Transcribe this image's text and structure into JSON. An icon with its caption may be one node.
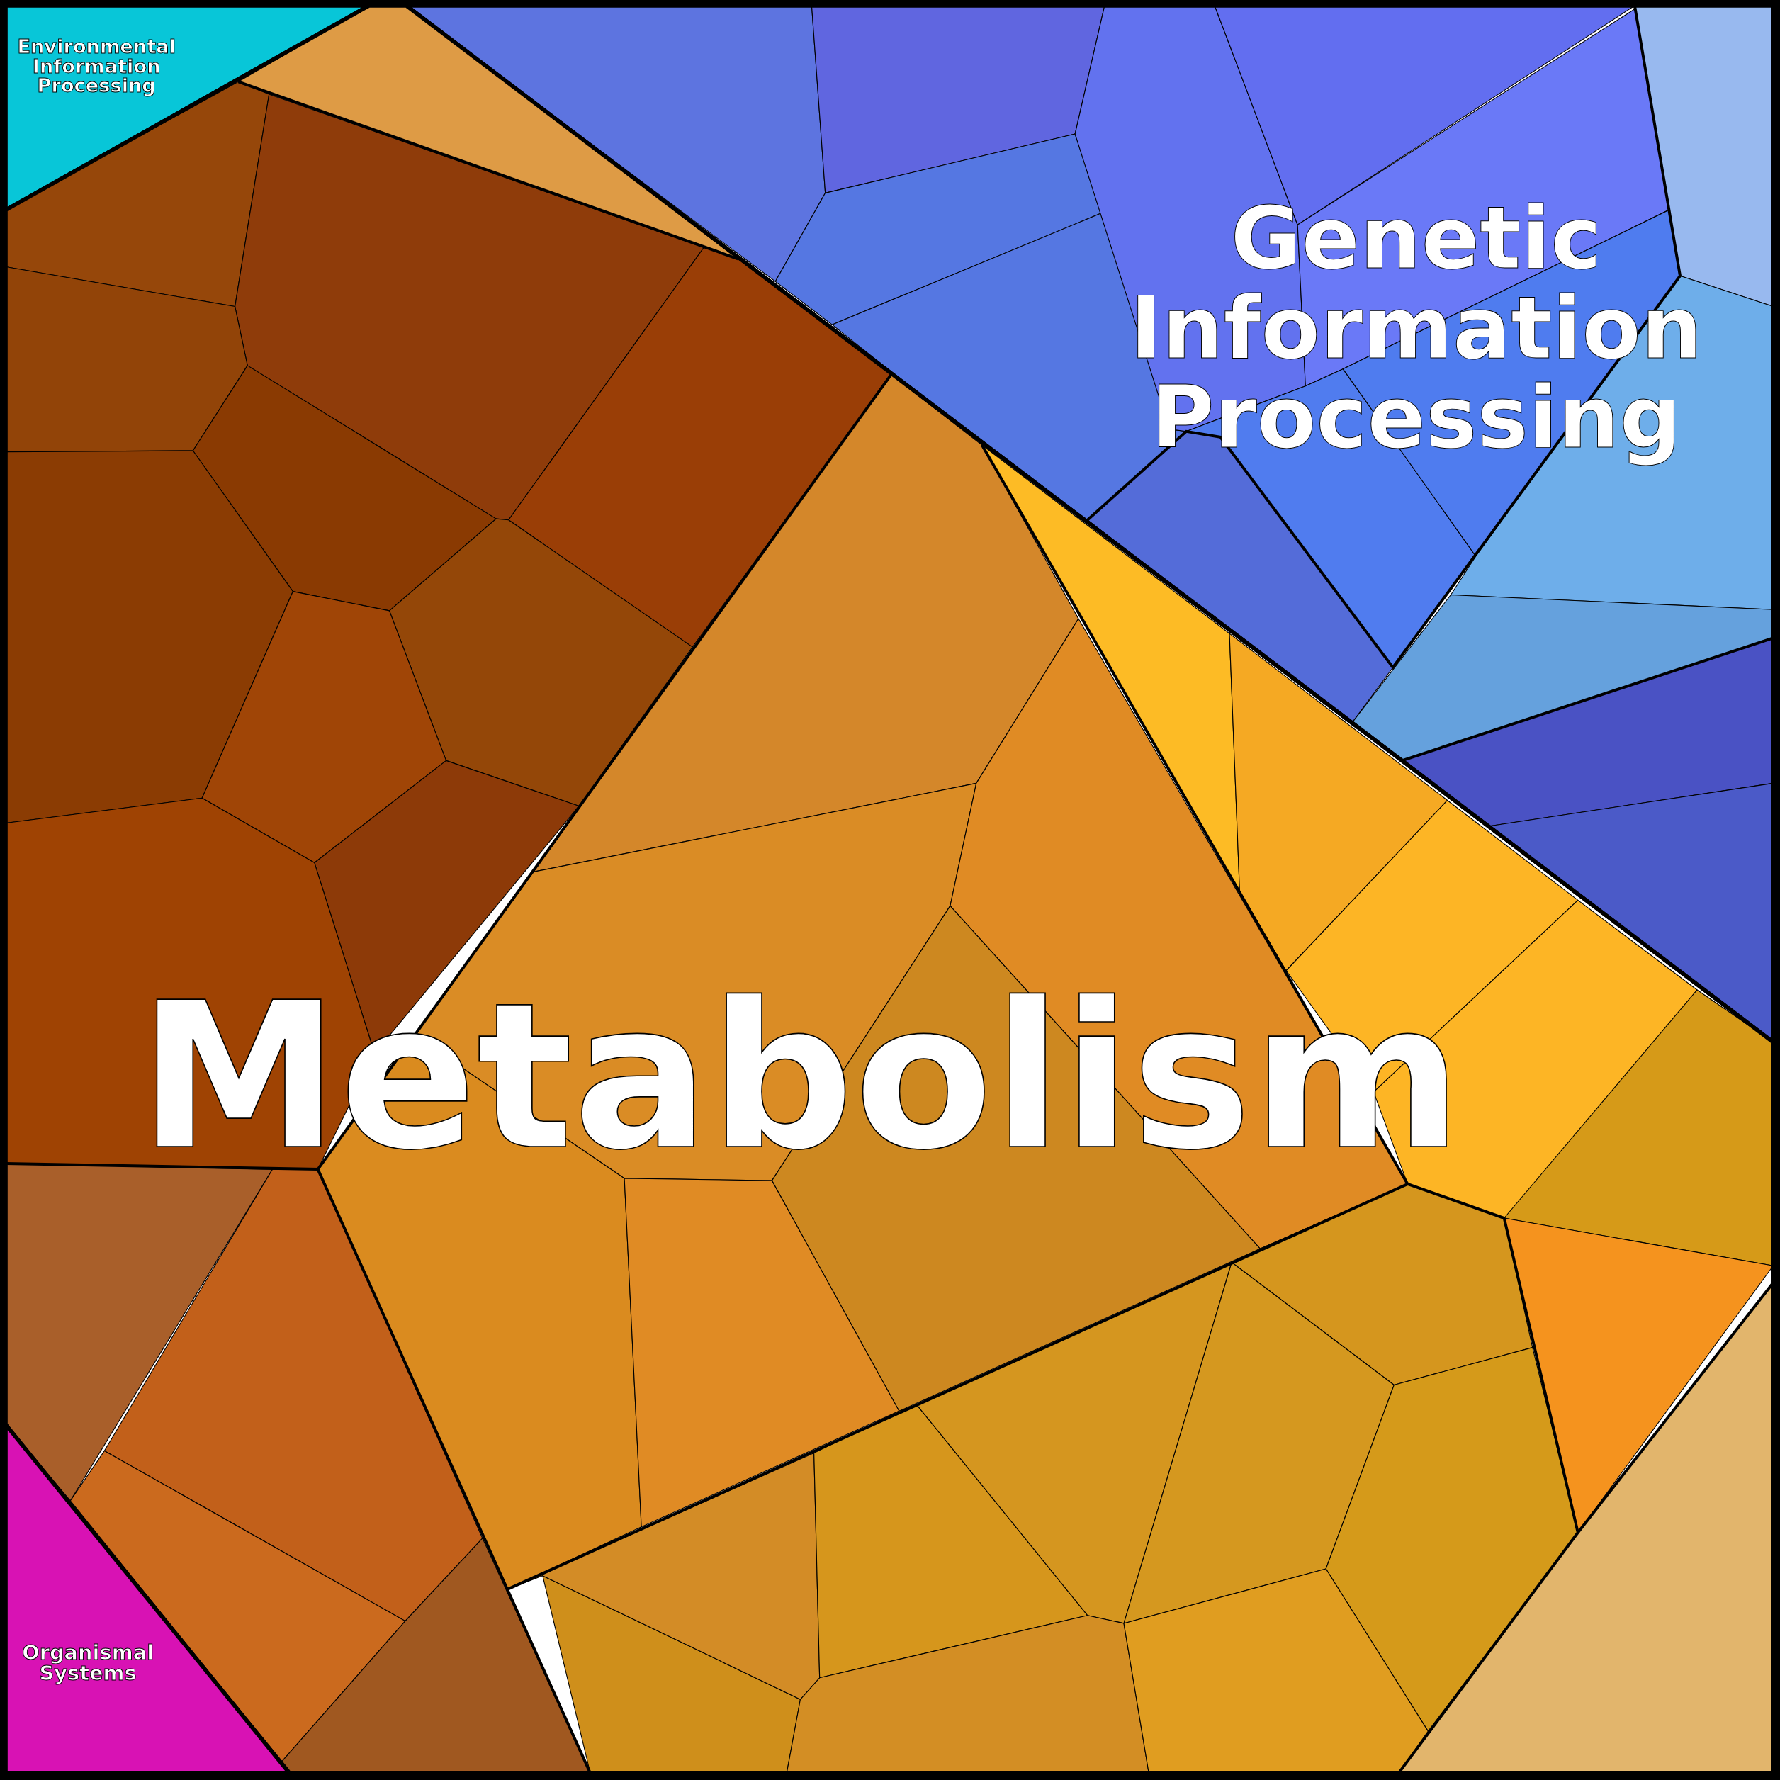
{
  "diagram": {
    "nodes": [
      {
        "text": [
          "Environmental Information Processing"
        ]
      },
      {
        "text": [
          "Genetic Information Processing"
        ]
      },
      {
        "text": [
          "Metabolism"
        ]
      },
      {
        "text": [
          "Organismal Systems"
        ]
      }
    ]
  }
}
